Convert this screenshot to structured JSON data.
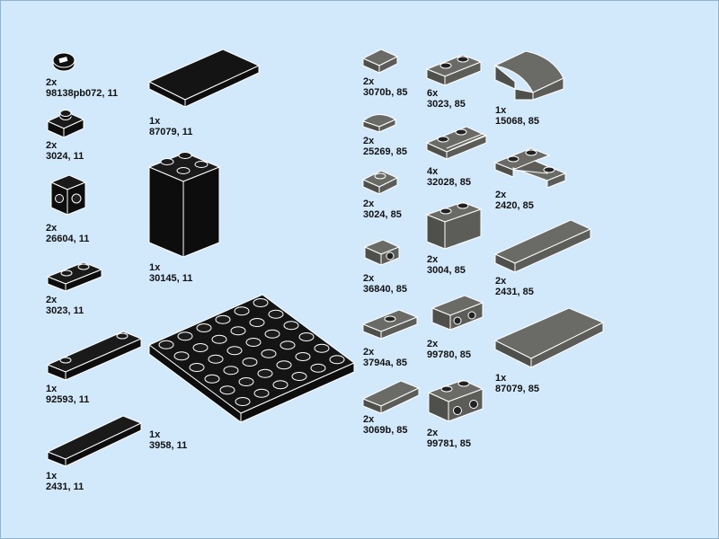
{
  "colors": {
    "background": "#d2e9fb",
    "black_brick": "#0d0d0d",
    "dark_gray_brick": "#5c5d59",
    "outline": "#ffffff"
  },
  "parts": [
    {
      "qty": "2x",
      "code": "98138pb072, 11",
      "icon": "round-tile-printed-icon"
    },
    {
      "qty": "2x",
      "code": "3024, 11",
      "icon": "plate-1x1-icon"
    },
    {
      "qty": "2x",
      "code": "26604, 11",
      "icon": "brick-modified-studs-side-icon"
    },
    {
      "qty": "2x",
      "code": "3023, 11",
      "icon": "plate-1x2-icon"
    },
    {
      "qty": "1x",
      "code": "92593, 11",
      "icon": "plate-1x4-two-studs-icon"
    },
    {
      "qty": "1x",
      "code": "2431, 11",
      "icon": "tile-1x4-icon"
    },
    {
      "qty": "1x",
      "code": "87079, 11",
      "icon": "tile-2x4-icon"
    },
    {
      "qty": "1x",
      "code": "30145, 11",
      "icon": "brick-2x2x3-icon"
    },
    {
      "qty": "1x",
      "code": "3958, 11",
      "icon": "plate-6x6-icon"
    },
    {
      "qty": "2x",
      "code": "3070b, 85",
      "icon": "tile-1x1-icon"
    },
    {
      "qty": "2x",
      "code": "25269, 85",
      "icon": "quarter-round-tile-icon"
    },
    {
      "qty": "2x",
      "code": "3024, 85",
      "icon": "plate-1x1-icon"
    },
    {
      "qty": "2x",
      "code": "36840, 85",
      "icon": "bracket-1x1-icon"
    },
    {
      "qty": "2x",
      "code": "3794a, 85",
      "icon": "jumper-plate-icon"
    },
    {
      "qty": "2x",
      "code": "3069b, 85",
      "icon": "tile-1x2-icon"
    },
    {
      "qty": "6x",
      "code": "3023, 85",
      "icon": "plate-1x2-icon"
    },
    {
      "qty": "4x",
      "code": "32028, 85",
      "icon": "plate-door-rail-icon"
    },
    {
      "qty": "2x",
      "code": "3004, 85",
      "icon": "brick-1x2-icon"
    },
    {
      "qty": "2x",
      "code": "99780, 85",
      "icon": "bracket-inverted-icon"
    },
    {
      "qty": "2x",
      "code": "99781, 85",
      "icon": "bracket-1x2-icon"
    },
    {
      "qty": "1x",
      "code": "15068, 85",
      "icon": "curved-slope-2x2-icon"
    },
    {
      "qty": "2x",
      "code": "2420, 85",
      "icon": "corner-plate-icon"
    },
    {
      "qty": "2x",
      "code": "2431, 85",
      "icon": "tile-1x4-icon"
    },
    {
      "qty": "1x",
      "code": "87079, 85",
      "icon": "tile-2x4-icon"
    }
  ]
}
